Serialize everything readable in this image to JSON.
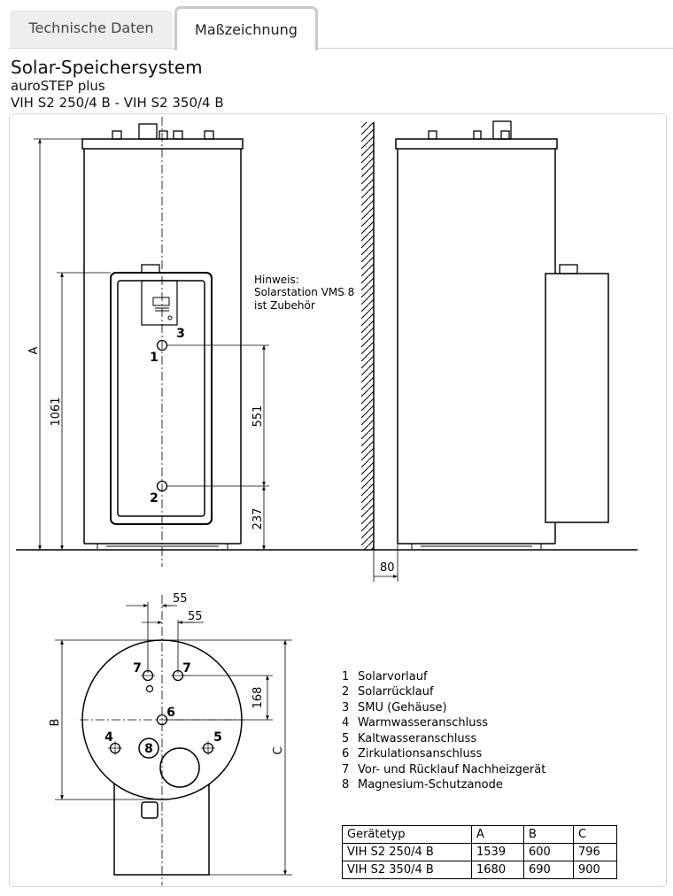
{
  "tabs": [
    {
      "label": "Technische Daten",
      "active": false
    },
    {
      "label": "Maßzeichnung",
      "active": true
    }
  ],
  "header": {
    "title": "Solar-Speichersystem",
    "product_line": "auroSTEP plus",
    "models": "VIH S2 250/4 B - VIH S2 350/4 B"
  },
  "drawing": {
    "note": [
      "Hinweis:",
      "Solarstation VMS 8",
      "ist Zubehör"
    ],
    "dimensions": {
      "A": "A",
      "B": "B",
      "C": "C",
      "d1061": "1061",
      "d551": "551",
      "d237": "237",
      "d80": "80",
      "d55a": "55",
      "d55b": "55",
      "d168": "168"
    },
    "markers": {
      "m1": "1",
      "m2": "2",
      "m3": "3",
      "m4": "4",
      "m5": "5",
      "m6": "6",
      "m7a": "7",
      "m7b": "7",
      "m8": "8"
    }
  },
  "legend": [
    {
      "num": "1",
      "text": "Solarvorlauf"
    },
    {
      "num": "2",
      "text": "Solarrücklauf"
    },
    {
      "num": "3",
      "text": "SMU (Gehäuse)"
    },
    {
      "num": "4",
      "text": "Warmwasseranschluss"
    },
    {
      "num": "5",
      "text": "Kaltwasseranschluss"
    },
    {
      "num": "6",
      "text": "Zirkulationsanschluss"
    },
    {
      "num": "7",
      "text": "Vor- und Rücklauf Nachheizgerät"
    },
    {
      "num": "8",
      "text": "Magnesium-Schutzanode"
    }
  ],
  "spec_table": {
    "headers": [
      "Gerätetyp",
      "A",
      "B",
      "C"
    ],
    "rows": [
      [
        "VIH S2  250/4 B",
        "1539",
        "600",
        "796"
      ],
      [
        "VIH S2  350/4 B",
        "1680",
        "690",
        "900"
      ]
    ]
  }
}
